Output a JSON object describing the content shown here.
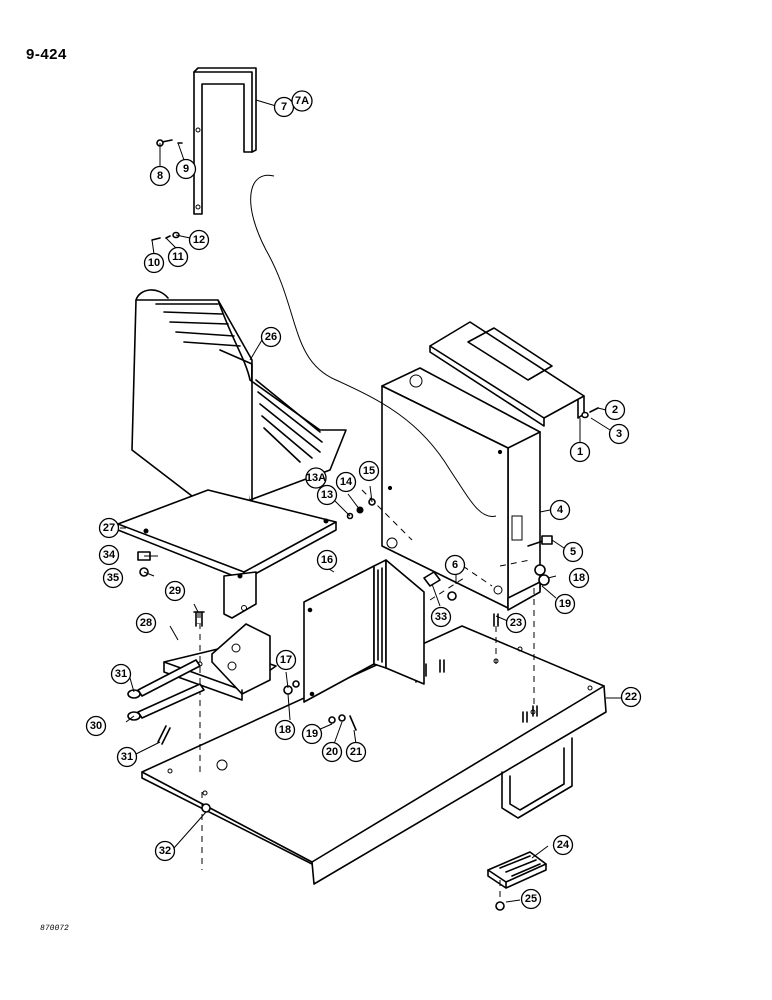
{
  "page_code": "9-424",
  "footer_code": "870072",
  "callouts": [
    {
      "label": "1"
    },
    {
      "label": "2"
    },
    {
      "label": "3"
    },
    {
      "label": "4"
    },
    {
      "label": "5"
    },
    {
      "label": "6"
    },
    {
      "label": "7"
    },
    {
      "label": "7A"
    },
    {
      "label": "8"
    },
    {
      "label": "9"
    },
    {
      "label": "10"
    },
    {
      "label": "11"
    },
    {
      "label": "12"
    },
    {
      "label": "13A"
    },
    {
      "label": "13"
    },
    {
      "label": "14"
    },
    {
      "label": "15"
    },
    {
      "label": "16"
    },
    {
      "label": "17"
    },
    {
      "label": "18"
    },
    {
      "label": "18"
    },
    {
      "label": "19"
    },
    {
      "label": "19"
    },
    {
      "label": "20"
    },
    {
      "label": "21"
    },
    {
      "label": "22"
    },
    {
      "label": "23"
    },
    {
      "label": "24"
    },
    {
      "label": "25"
    },
    {
      "label": "26"
    },
    {
      "label": "27"
    },
    {
      "label": "28"
    },
    {
      "label": "29"
    },
    {
      "label": "30"
    },
    {
      "label": "31"
    },
    {
      "label": "31"
    },
    {
      "label": "32"
    },
    {
      "label": "33"
    },
    {
      "label": "34"
    },
    {
      "label": "35"
    }
  ]
}
